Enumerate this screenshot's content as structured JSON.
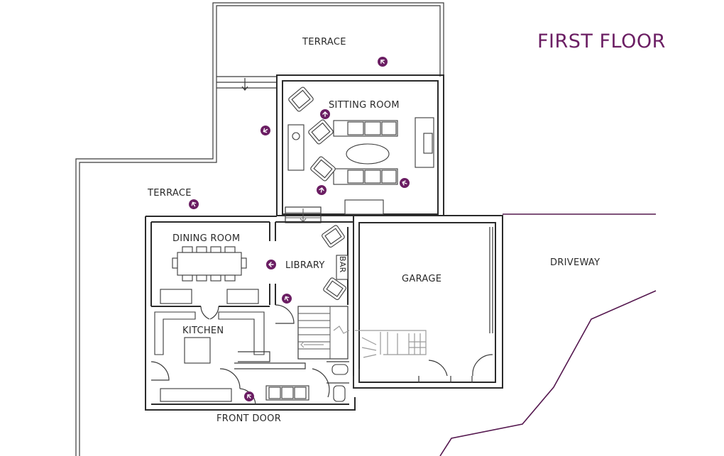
{
  "title": "FIRST FLOOR",
  "rooms": {
    "terrace_top": "TERRACE",
    "sitting_room": "SITTING ROOM",
    "terrace_left": "TERRACE",
    "dining_room": "DINING ROOM",
    "library": "LIBRARY",
    "bar": "BAR",
    "garage": "GARAGE",
    "driveway": "DRIVEWAY",
    "kitchen": "KITCHEN",
    "front_door": "FRONT DOOR"
  },
  "colors": {
    "accent": "#6b1e63",
    "walls": "#2b2b2b",
    "boundary": "#55184f"
  },
  "icons": {
    "view_marker": "camera-view-marker-icon"
  }
}
